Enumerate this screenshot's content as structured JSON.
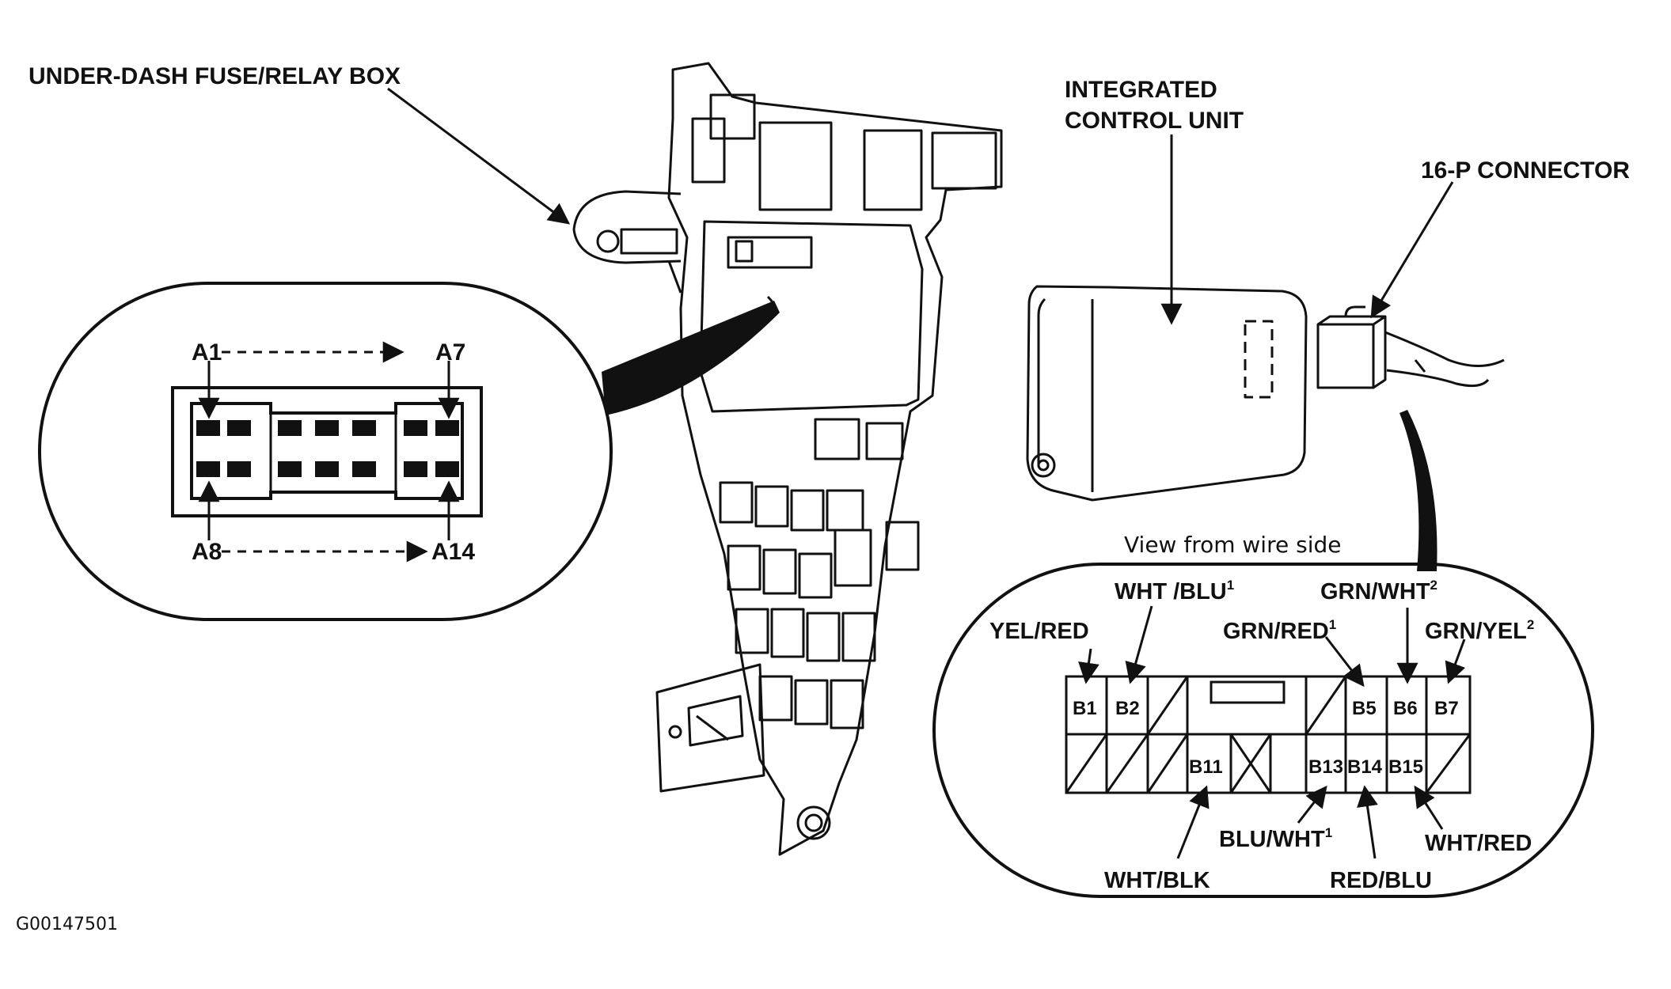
{
  "labels": {
    "fuse_box": "UNDER-DASH FUSE/RELAY BOX",
    "icu_line1": "INTEGRATED",
    "icu_line2": "CONTROL UNIT",
    "connector": "16-P CONNECTOR",
    "view_note": "View from wire side",
    "figure_id": "G00147501"
  },
  "connector_a": {
    "top_left": "A1",
    "top_right": "A7",
    "bottom_left": "A8",
    "bottom_right": "A14"
  },
  "connector_b": {
    "pins": [
      "B1",
      "B2",
      "B5",
      "B6",
      "B7",
      "B11",
      "B13",
      "B14",
      "B15"
    ],
    "wires": {
      "b1": "YEL/RED",
      "b2": "WHT /BLU",
      "b5": "GRN/RED",
      "b6": "GRN/WHT",
      "b7": "GRN/YEL",
      "b11": "WHT/BLK",
      "b13": "BLU/WHT",
      "b14": "RED/BLU",
      "b15": "WHT/RED"
    },
    "superscripts": {
      "b2": "1",
      "b5": "1",
      "b6": "2",
      "b7": "2",
      "b13": "1"
    }
  }
}
